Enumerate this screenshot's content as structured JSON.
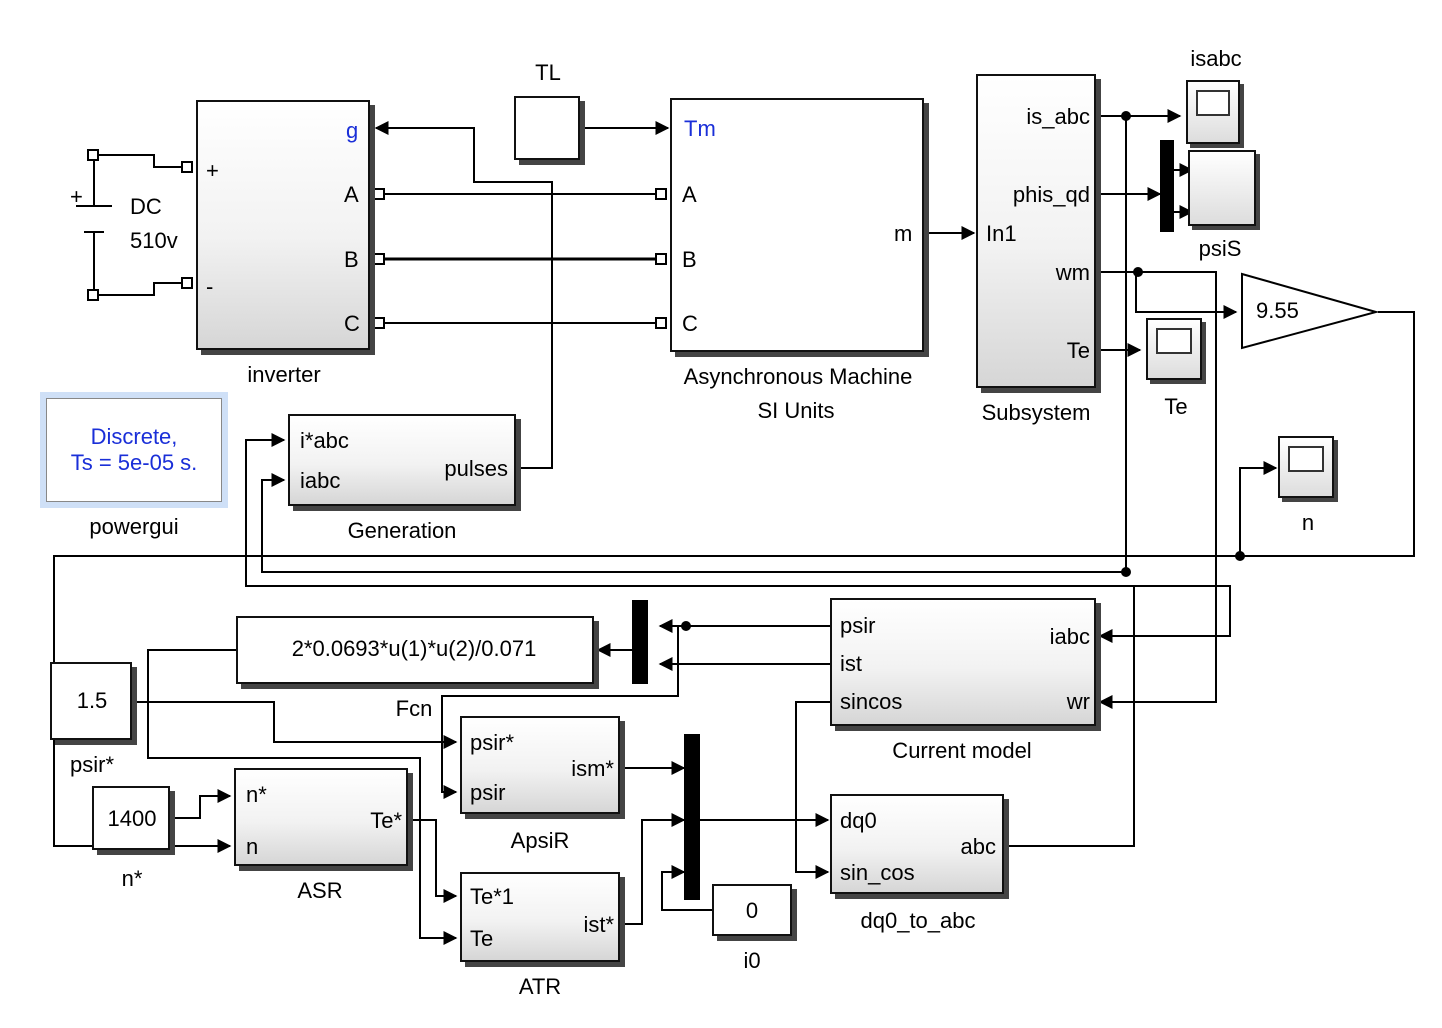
{
  "blocks": {
    "dc_source": {
      "name": "DC",
      "value": "510v",
      "plus": "+"
    },
    "inverter": {
      "name": "inverter",
      "port_plus": "+",
      "port_minus": "-",
      "port_g": "g",
      "port_a": "A",
      "port_b": "B",
      "port_c": "C"
    },
    "tl": {
      "name": "TL"
    },
    "machine": {
      "name_line1": "Asynchronous Machine",
      "name_line2": "SI Units",
      "port_tm": "Tm",
      "port_a": "A",
      "port_b": "B",
      "port_c": "C",
      "port_m": "m"
    },
    "subsystem": {
      "name": "Subsystem",
      "in": "In1",
      "out1": "is_abc",
      "out2": "phis_qd",
      "out3": "wm",
      "out4": "Te"
    },
    "scope_isabc": {
      "name": "isabc"
    },
    "scope_psis": {
      "name": "psiS"
    },
    "gain": {
      "value": "9.55"
    },
    "scope_te": {
      "name": "Te"
    },
    "scope_n": {
      "name": "n"
    },
    "powergui": {
      "name": "powergui",
      "line1": "Discrete,",
      "line2": "Ts = 5e-05 s."
    },
    "generation": {
      "name": "Generation",
      "in1": "i*abc",
      "in2": "iabc",
      "out": "pulses"
    },
    "fcn": {
      "name": "Fcn",
      "expr": "2*0.0693*u(1)*u(2)/0.071"
    },
    "current_model": {
      "name": "Current model",
      "in1": "psir",
      "in2": "ist",
      "in3": "sincos",
      "in_r1": "iabc",
      "in_r2": "wr"
    },
    "psir_const": {
      "name": "psir*",
      "value": "1.5"
    },
    "n_const": {
      "name": "n*",
      "value": "1400"
    },
    "asr": {
      "name": "ASR",
      "in1": "n*",
      "in2": "n",
      "out": "Te*"
    },
    "apsir": {
      "name": "ApsiR",
      "in1": "psir*",
      "in2": "psir",
      "out": "ism*"
    },
    "atr": {
      "name": "ATR",
      "in1": "Te*1",
      "in2": "Te",
      "out": "ist*"
    },
    "i0_const": {
      "name": "i0",
      "value": "0"
    },
    "dq0_to_abc": {
      "name": "dq0_to_abc",
      "in1": "dq0",
      "in2": "sin_cos",
      "out": "abc"
    }
  },
  "colors": {
    "port_label_blue": "#1a2fd8",
    "powergui_border": "#cfe0f7",
    "block_fill": "#ffffff",
    "line": "#000000"
  }
}
